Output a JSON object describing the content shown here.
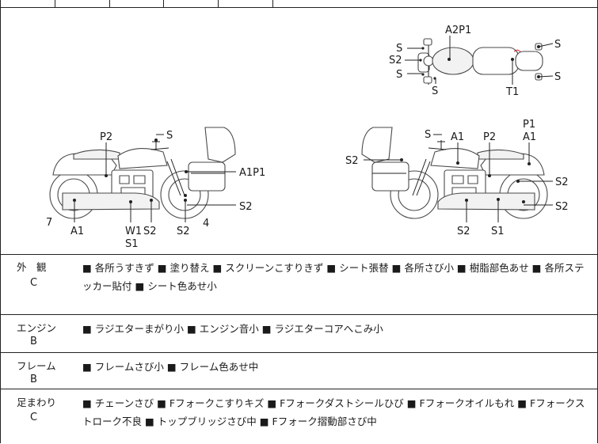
{
  "diagram": {
    "top_view_labels": [
      "A2P1",
      "S",
      "S2",
      "S",
      "S",
      "S",
      "S",
      "T1"
    ],
    "left_view_labels": [
      "P2",
      "S",
      "A1P1",
      "S2",
      "7",
      "A1",
      "W1",
      "S1",
      "S2",
      "S2",
      "4"
    ],
    "right_view_labels": [
      "S",
      "A1",
      "P2",
      "P1",
      "A1",
      "S2",
      "S2",
      "S2",
      "S2",
      "S1"
    ]
  },
  "sections": [
    {
      "category": "外　観",
      "grade": "C",
      "items_text": "■ 各所うすきず ■ 塗り替え ■ スクリーンこすりきず ■ シート張替 ■ 各所さび小 ■ 樹脂部色あせ ■ 各所ステッカー貼付 ■ シート色あせ小"
    },
    {
      "category": "エンジン",
      "grade": "B",
      "items_text": "■ ラジエターまがり小 ■ エンジン音小 ■ ラジエターコアへこみ小"
    },
    {
      "category": "フレーム",
      "grade": "B",
      "items_text": "■ フレームさび小 ■ フレーム色あせ中"
    },
    {
      "category": "足まわり",
      "grade": "C",
      "items_text": "■ チェーンさび ■ Fフォークこすりキズ ■ Fフォークダストシールひび ■ Fフォークオイルもれ ■ Fフォークストローク不良 ■ トップブリッジさび中 ■ Fフォーク摺動部さび中"
    }
  ]
}
